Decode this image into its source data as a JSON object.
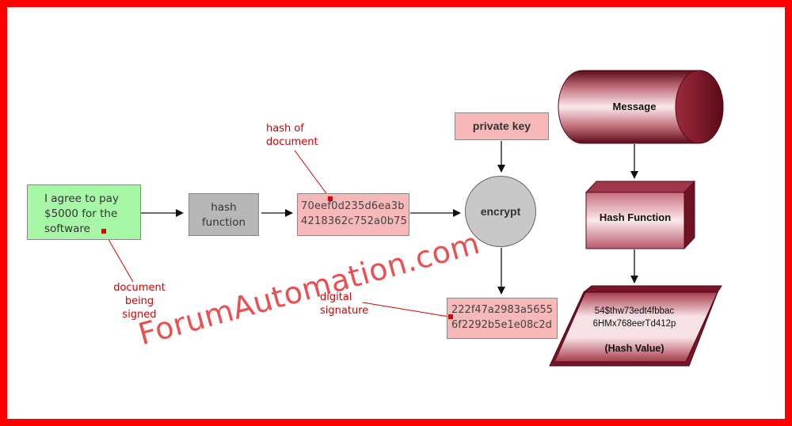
{
  "left_flow": {
    "document_text": [
      "I agree to pay",
      "$5000 for the",
      "software"
    ],
    "hash_function_text": [
      "hash",
      "function"
    ],
    "hash_value_text": [
      "70eef0d235d6ea3b",
      "4218362c752a0b75"
    ],
    "private_key": "private key",
    "encrypt": "encrypt",
    "signature_value": [
      "222f47a2983a5655",
      "6f2292b5e1e08c2d"
    ],
    "annotations": {
      "hash_of_document": [
        "hash of",
        "document"
      ],
      "document_being_signed": [
        "document",
        "being",
        "signed"
      ],
      "digital_signature": [
        "digital",
        "signature"
      ]
    }
  },
  "right_flow": {
    "message": "Message",
    "hash_function": "Hash Function",
    "hash_output": [
      "54$thw73edt4fbbac",
      "6HMx768eerTd412p"
    ],
    "hash_value_label": "(Hash Value)"
  },
  "watermark": "ForumAutomation.com",
  "colors": {
    "frame": "#ff0000",
    "document_box": "#a6f7a6",
    "hash_box": "#b7b7b7",
    "pink_box": "#f6b8b8",
    "maroon": "#8a1a2e",
    "annotation": "#d00000"
  }
}
